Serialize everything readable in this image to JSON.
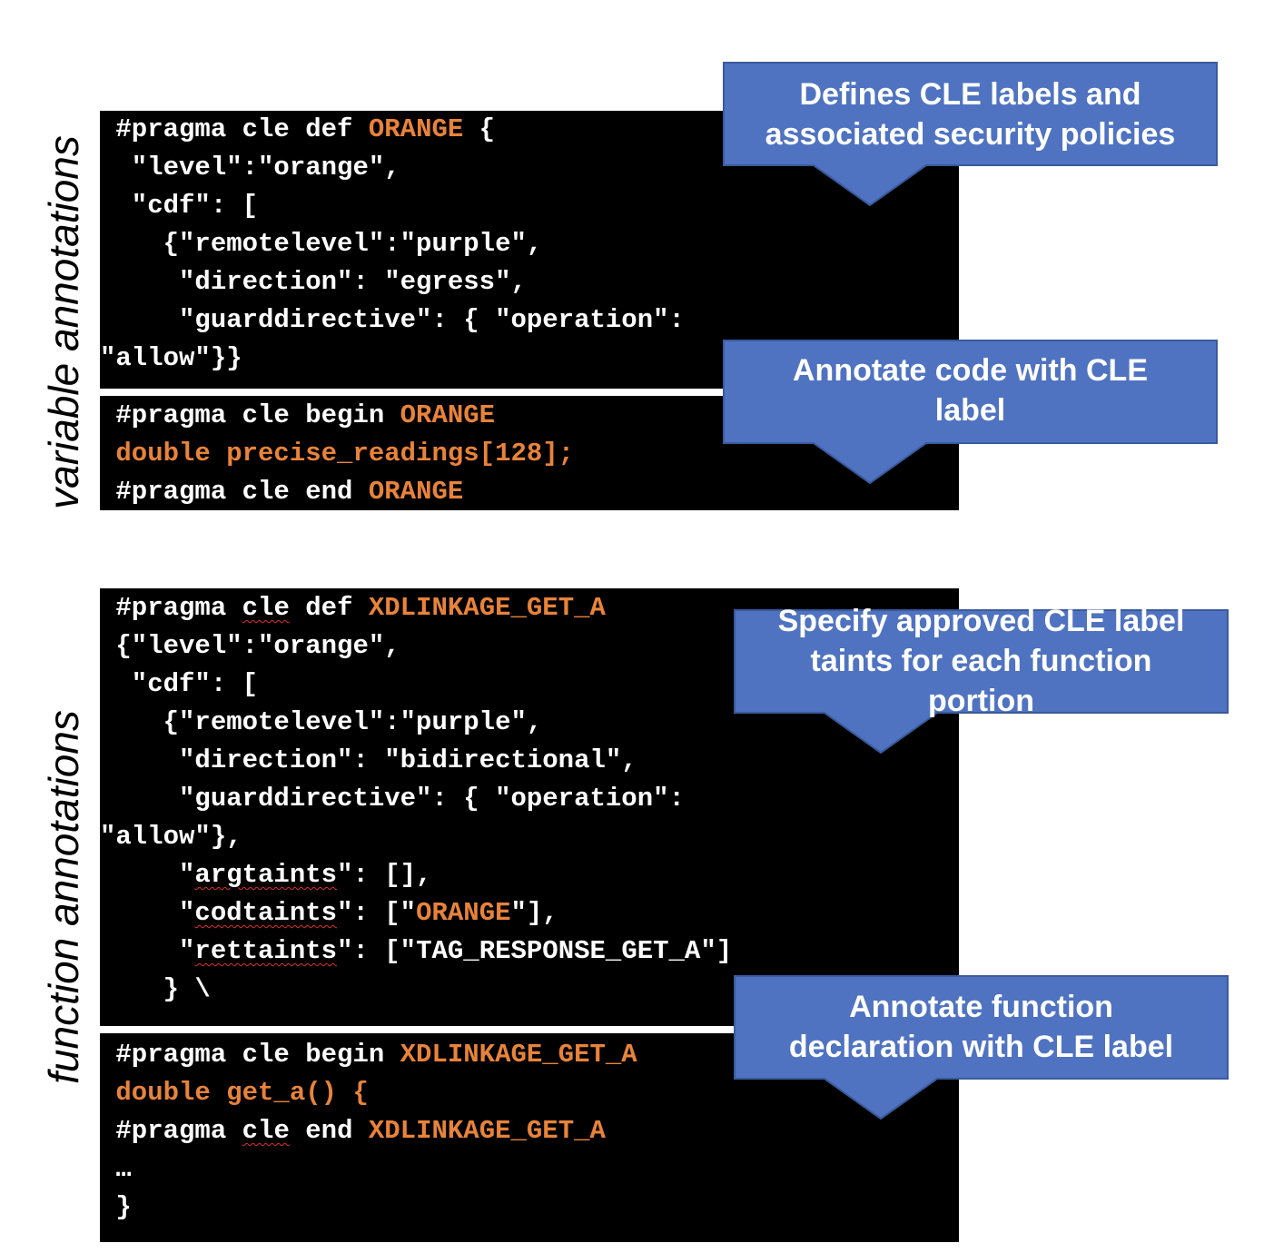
{
  "side_labels": {
    "variable": "variable annotations",
    "function": "function annotations"
  },
  "colors": {
    "code_background": "#000000",
    "code_text": "#ffffff",
    "keyword_orange": "#e8833a",
    "callout_fill": "#4f73c1",
    "callout_border": "#3a5a9c",
    "spell_underline": "#d9302c"
  },
  "variable_def": [
    [
      {
        "t": " #pragma cle def "
      },
      {
        "t": "ORANGE",
        "c": "o"
      },
      {
        "t": " {"
      }
    ],
    [
      {
        "t": "  \"level\":\"orange\","
      }
    ],
    [
      {
        "t": "  \"cdf\": ["
      }
    ],
    [
      {
        "t": "    {\"remotelevel\":\"purple\","
      }
    ],
    [
      {
        "t": "     \"direction\": \"egress\","
      }
    ],
    [
      {
        "t": "     \"guarddirective\": { \"operation\":"
      }
    ],
    [
      {
        "t": "\"allow\"}}"
      }
    ]
  ],
  "variable_use": [
    [
      {
        "t": " #pragma cle begin "
      },
      {
        "t": "ORANGE",
        "c": "o"
      }
    ],
    [
      {
        "t": " double precise_readings[128];",
        "c": "o"
      }
    ],
    [
      {
        "t": " #pragma cle end "
      },
      {
        "t": "ORANGE",
        "c": "o"
      }
    ]
  ],
  "function_def": [
    [
      {
        "t": " #pragma "
      },
      {
        "t": "cle",
        "u": true
      },
      {
        "t": " def "
      },
      {
        "t": "XDLINKAGE_GET_A",
        "c": "o"
      }
    ],
    [
      {
        "t": " {\"level\":\"orange\","
      }
    ],
    [
      {
        "t": "  \"cdf\": ["
      }
    ],
    [
      {
        "t": "    {\"remotelevel\":\"purple\","
      }
    ],
    [
      {
        "t": "     \"direction\": \"bidirectional\","
      }
    ],
    [
      {
        "t": "     \"guarddirective\": { \"operation\":"
      }
    ],
    [
      {
        "t": "\"allow\"},"
      }
    ],
    [
      {
        "t": "     \""
      },
      {
        "t": "argtaints",
        "u": true
      },
      {
        "t": "\": [],"
      }
    ],
    [
      {
        "t": "     \""
      },
      {
        "t": "codtaints",
        "u": true
      },
      {
        "t": "\": [\""
      },
      {
        "t": "ORANGE",
        "c": "o"
      },
      {
        "t": "\"],"
      }
    ],
    [
      {
        "t": "     \""
      },
      {
        "t": "rettaints",
        "u": true
      },
      {
        "t": "\": [\"TAG_RESPONSE_GET_A\"]"
      }
    ],
    [
      {
        "t": "    } \\"
      }
    ]
  ],
  "function_use": [
    [
      {
        "t": " #pragma cle begin "
      },
      {
        "t": "XDLINKAGE_GET_A",
        "c": "o"
      }
    ],
    [
      {
        "t": " double get_a() {",
        "c": "o"
      }
    ],
    [
      {
        "t": " #pragma "
      },
      {
        "t": "cle",
        "u": true
      },
      {
        "t": " end "
      },
      {
        "t": "XDLINKAGE_GET_A",
        "c": "o"
      }
    ],
    [
      {
        "t": " …"
      }
    ],
    [
      {
        "t": " }"
      }
    ]
  ],
  "callouts": {
    "defines": "Defines CLE labels and\nassociated security policies",
    "annotate_code": "Annotate code with CLE\nlabel",
    "specify_taints": "Specify approved CLE label\ntaints for each function\nportion",
    "annotate_function": "Annotate function\ndeclaration with CLE label"
  }
}
